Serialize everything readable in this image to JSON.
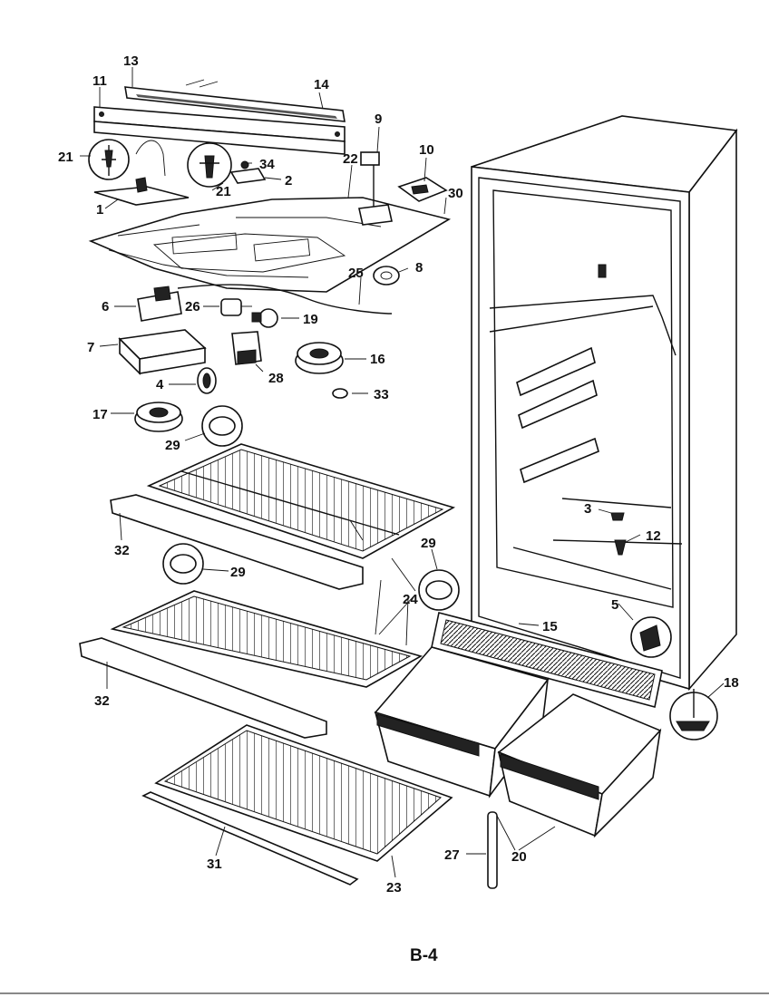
{
  "page_label": "B-4",
  "callouts": {
    "c1": "1",
    "c2": "2",
    "c3": "3",
    "c4": "4",
    "c5": "5",
    "c6": "6",
    "c7": "7",
    "c8": "8",
    "c9": "9",
    "c10": "10",
    "c11": "11",
    "c12": "12",
    "c13": "13",
    "c14": "14",
    "c15": "15",
    "c16": "16",
    "c17": "17",
    "c18": "18",
    "c19": "19",
    "c20": "20",
    "c21a": "21",
    "c21b": "21",
    "c22": "22",
    "c23": "23",
    "c24": "24",
    "c25": "25",
    "c26": "26",
    "c27": "27",
    "c28": "28",
    "c29a": "29",
    "c29b": "29",
    "c29c": "29",
    "c30": "30",
    "c31": "31",
    "c32a": "32",
    "c32b": "32",
    "c33": "33",
    "c34": "34"
  }
}
